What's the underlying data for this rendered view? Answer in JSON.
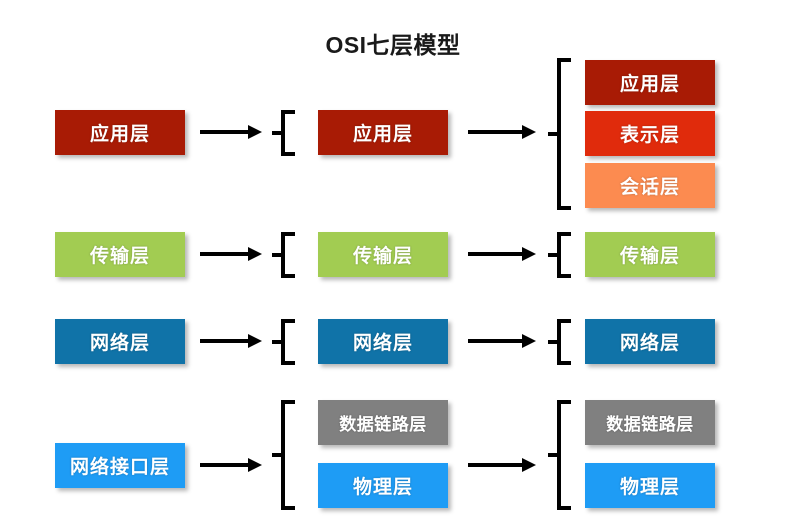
{
  "title": "OSI七层模型",
  "colors": {
    "dark_red": "#A81B05",
    "red": "#E02B0C",
    "orange": "#FC8B50",
    "green": "#A2CC52",
    "dark_blue": "#1073A8",
    "gray": "#808080",
    "blue": "#1E9CF5",
    "arrow": "#000000",
    "title": "#1a1a1a",
    "background": "#ffffff"
  },
  "rows": [
    {
      "name": "application-row",
      "col1": [
        {
          "label": "应用层",
          "color": "#A81B05"
        }
      ],
      "col2": [
        {
          "label": "应用层",
          "color": "#A81B05"
        }
      ],
      "col3": [
        {
          "label": "应用层",
          "color": "#A81B05"
        },
        {
          "label": "表示层",
          "color": "#E02B0C"
        },
        {
          "label": "会话层",
          "color": "#FC8B50"
        }
      ]
    },
    {
      "name": "transport-row",
      "col1": [
        {
          "label": "传输层",
          "color": "#A2CC52"
        }
      ],
      "col2": [
        {
          "label": "传输层",
          "color": "#A2CC52"
        }
      ],
      "col3": [
        {
          "label": "传输层",
          "color": "#A2CC52"
        }
      ]
    },
    {
      "name": "network-row",
      "col1": [
        {
          "label": "网络层",
          "color": "#1073A8"
        }
      ],
      "col2": [
        {
          "label": "网络层",
          "color": "#1073A8"
        }
      ],
      "col3": [
        {
          "label": "网络层",
          "color": "#1073A8"
        }
      ]
    },
    {
      "name": "network-interface-row",
      "col1": [
        {
          "label": "网络接口层",
          "color": "#1E9CF5"
        }
      ],
      "col2": [
        {
          "label": "数据链路层",
          "color": "#808080"
        },
        {
          "label": "物理层",
          "color": "#1E9CF5"
        }
      ],
      "col3": [
        {
          "label": "数据链路层",
          "color": "#808080"
        },
        {
          "label": "物理层",
          "color": "#1E9CF5"
        }
      ]
    }
  ],
  "labels": {
    "r1c1": "应用层",
    "r1c2": "应用层",
    "r1c3a": "应用层",
    "r1c3b": "表示层",
    "r1c3c": "会话层",
    "r2c1": "传输层",
    "r2c2": "传输层",
    "r2c3": "传输层",
    "r3c1": "网络层",
    "r3c2": "网络层",
    "r3c3": "网络层",
    "r4c1": "网络接口层",
    "r4c2a": "数据链路层",
    "r4c2b": "物理层",
    "r4c3a": "数据链路层",
    "r4c3b": "物理层"
  }
}
